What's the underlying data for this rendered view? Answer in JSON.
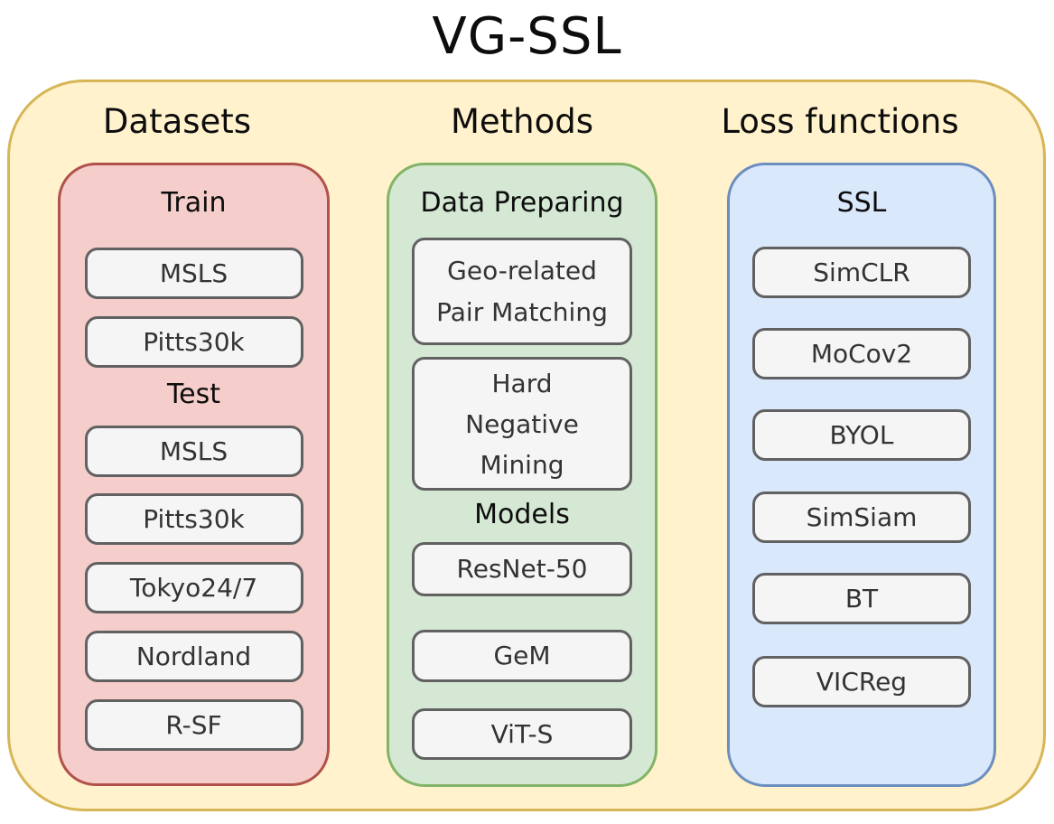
{
  "title": "VG-SSL",
  "colors": {
    "container_fill": "#FFF2CC",
    "container_border": "#D6B656",
    "datasets_fill": "#F5CDCA",
    "datasets_border": "#B0524B",
    "methods_fill": "#D5E8D4",
    "methods_border": "#82B366",
    "loss_fill": "#DAE8FC",
    "loss_border": "#6C8EBF",
    "item_box_fill": "#F5F5F5",
    "item_box_border": "#616161",
    "text": "#111111"
  },
  "columns": {
    "datasets": {
      "header": "Datasets",
      "sections": {
        "train": "Train",
        "test": "Test"
      },
      "train_boxes": [
        "MSLS",
        "Pitts30k"
      ],
      "test_boxes": [
        "MSLS",
        "Pitts30k",
        "Tokyo24/7",
        "Nordland",
        "R-SF"
      ]
    },
    "methods": {
      "header": "Methods",
      "sections": {
        "data_preparing": "Data Preparing",
        "models": "Models"
      },
      "data_preparing_boxes": [
        {
          "lines": [
            "Geo-related",
            "Pair Matching"
          ]
        },
        {
          "lines": [
            "Hard",
            "Negative",
            "Mining"
          ]
        }
      ],
      "model_boxes": [
        "ResNet-50",
        "GeM",
        "ViT-S"
      ]
    },
    "loss": {
      "header": "Loss functions",
      "sections": {
        "ssl": "SSL"
      },
      "ssl_boxes": [
        "SimCLR",
        "MoCov2",
        "BYOL",
        "SimSiam",
        "BT",
        "VICReg"
      ]
    }
  }
}
